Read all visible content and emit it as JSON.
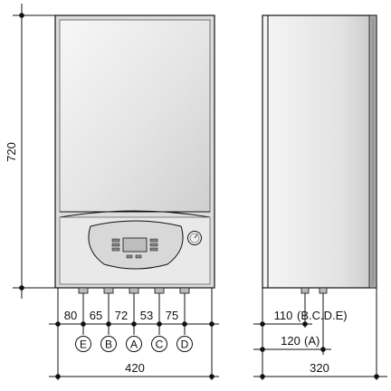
{
  "front": {
    "height_label": "720",
    "width_label": "420",
    "spacings": [
      "80",
      "65",
      "72",
      "53",
      "75"
    ],
    "connectors": [
      "E",
      "B",
      "A",
      "C",
      "D"
    ]
  },
  "side": {
    "depth_label": "320",
    "offset_bcde_value": "110",
    "offset_bcde_group": "(B.C.D.E)",
    "offset_a_value": "120",
    "offset_a_group": "(A)"
  }
}
